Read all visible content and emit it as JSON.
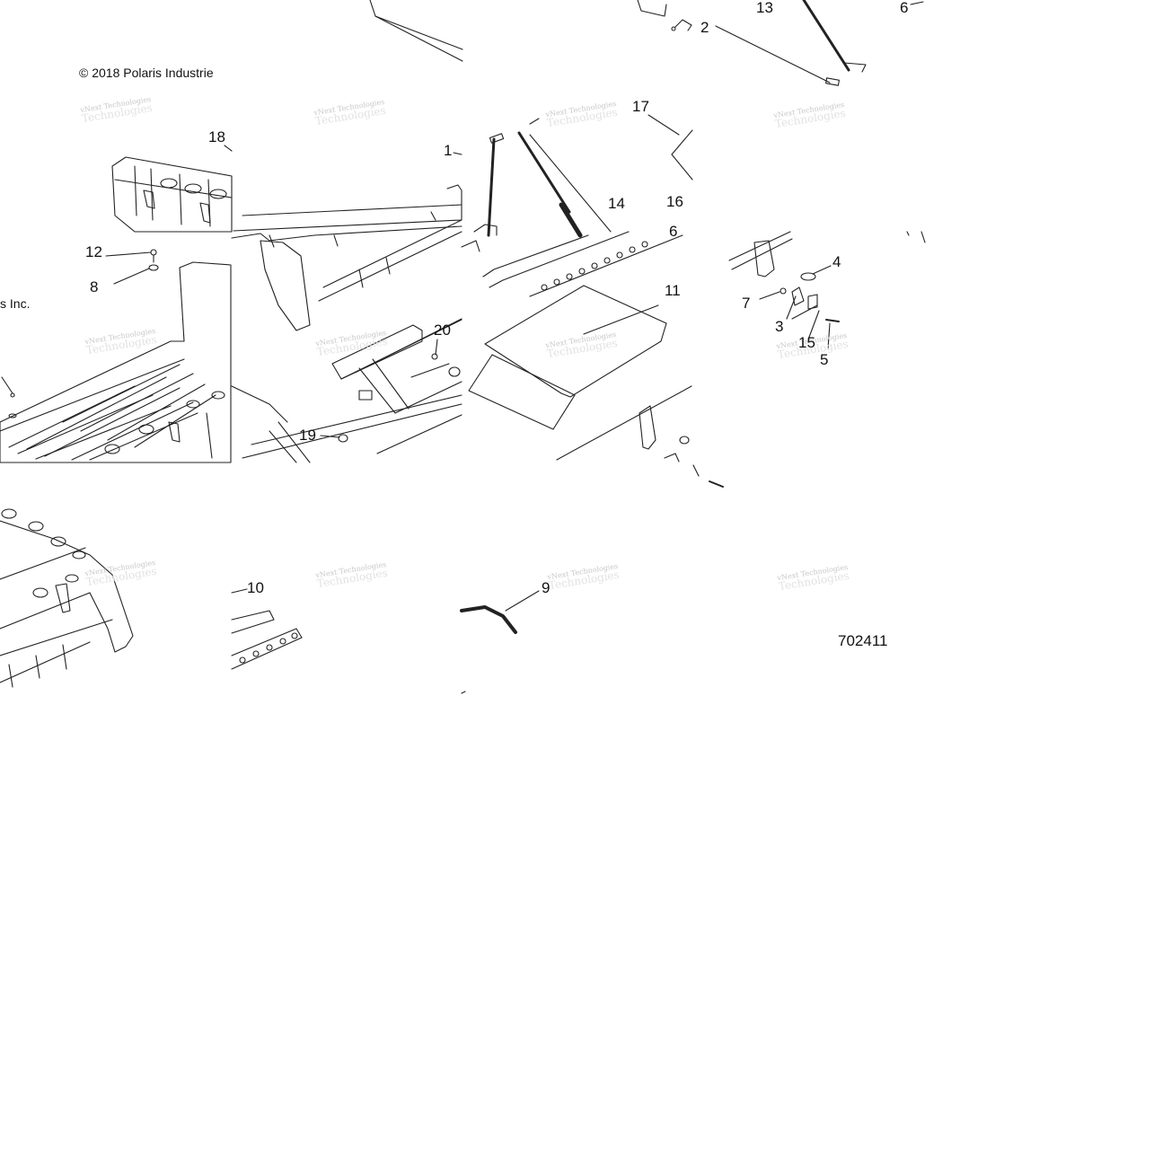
{
  "copyright": [
    "© 2018  Polaris Industrie",
    "s Inc."
  ],
  "drawing_id": "702411",
  "watermark": {
    "line1": "vNext Technologies",
    "line2": "Technologies"
  },
  "callouts": [
    "18",
    "1",
    "12",
    "8",
    "20",
    "19",
    "17",
    "14",
    "16",
    "6",
    "11",
    "13",
    "2",
    "6",
    "4",
    "7",
    "3",
    "15",
    "5",
    "10",
    "9"
  ],
  "colors": {
    "ink": "#111111",
    "watermark": "#c8c8c8"
  }
}
